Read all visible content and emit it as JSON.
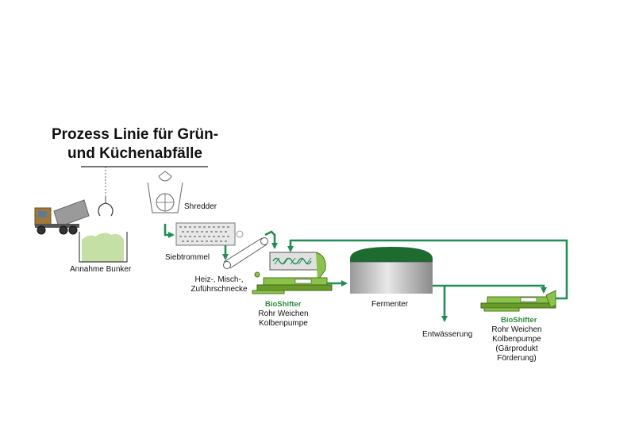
{
  "title_line1": "Prozess Linie für Grün-",
  "title_line2": "und Küchenabfälle",
  "labels": {
    "bunker": "Annahme Bunker",
    "shredder": "Shredder",
    "siebtrommel": "Siebtrommel",
    "screw_line1": "Heiz-, Misch-,",
    "screw_line2": "Zuführschnecke",
    "fermenter": "Fermenter",
    "dewatering": "Entwässerung"
  },
  "pump1": {
    "brand": "BioShifter",
    "line1": "Rohr Weichen",
    "line2": "Kolbenpumpe"
  },
  "pump2": {
    "brand": "BioShifter",
    "line1": "Rohr Weichen",
    "line2": "Kolbenpumpe",
    "line3": "(Gärprodukt",
    "line4": "Förderung)"
  },
  "colors": {
    "pipe": "#1f8f54",
    "equipment_green": "#8bc34a",
    "bunker_fill": "#c5e0a5",
    "fermenter_roof": "#1e6b2f"
  }
}
